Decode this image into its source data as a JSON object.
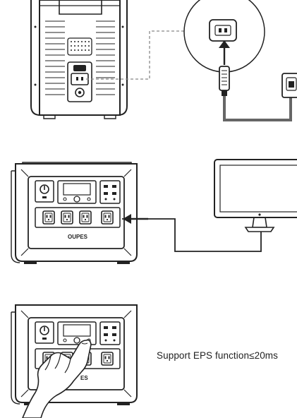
{
  "brand": {
    "logo_text": "OUPES",
    "logo_text_partial": "ES"
  },
  "caption": {
    "eps_text": "Support EPS function≤20ms"
  },
  "colors": {
    "line": "#222222",
    "cable": "#666666",
    "dashed": "#888888",
    "device_fill": "#f4f4f4"
  },
  "icons": [
    "power-station-back",
    "ac-inlet-icon",
    "power-cord-plug",
    "wall-socket",
    "power-station-front",
    "monitor",
    "hand-pointer"
  ]
}
